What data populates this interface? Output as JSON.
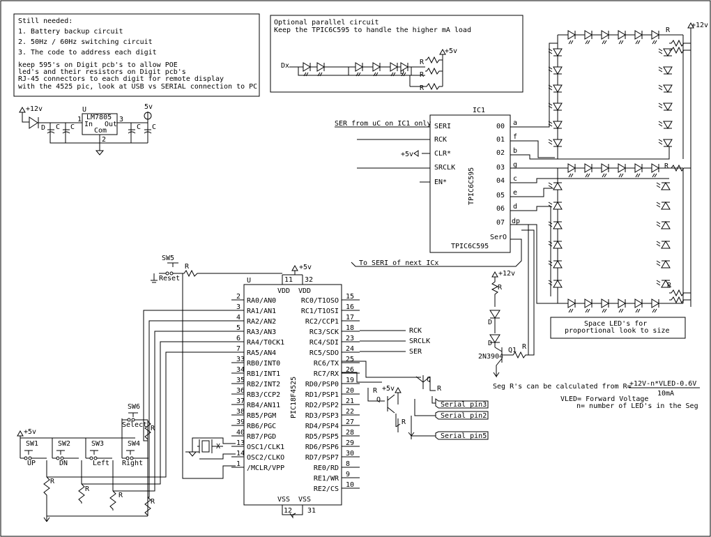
{
  "notes": {
    "heading": "Still needed:",
    "items": [
      "1. Battery backup circuit",
      "2. 50Hz / 60Hz switching circuit",
      "3. The code to address each digit"
    ],
    "remarks": [
      "keep 595's on Digit pcb's to allow POE",
      "led's and their resistors on Digit pcb's",
      "RJ-45 connectors to each digit for remote display",
      "with the 4525 pic, look at USB vs SERIAL connection to PC"
    ]
  },
  "optional": {
    "line1": "Optional parallel circuit",
    "line2": "Keep the TPIC6C595 to handle the higher mA load",
    "input": "Dx",
    "supply": "+5v",
    "r": "R",
    "d": "D"
  },
  "power": {
    "in": "+12v",
    "out": "5v",
    "ref": "U",
    "part": "LM7805",
    "pin_in": "In",
    "pin_out": "Out",
    "pin_com": "Com",
    "n1": "1",
    "n2": "2",
    "n3": "3",
    "c": "C",
    "d": "D"
  },
  "shift": {
    "ref": "IC1",
    "part": "TPIC6C595",
    "pins_left": [
      "SERI",
      "RCK",
      "CLR*",
      "SRCLK",
      "EN*"
    ],
    "pins_right": [
      "00",
      "01",
      "02",
      "03",
      "04",
      "05",
      "06",
      "07",
      "SerO"
    ],
    "seg": [
      "a",
      "f",
      "b",
      "g",
      "c",
      "e",
      "d",
      "dp"
    ],
    "ser_in": "SER from uC on IC1 only",
    "clr_in": "+5v",
    "ser_out": "To SERI of next ICx"
  },
  "mcu": {
    "ref": "U",
    "part": "PIC18F4525",
    "vdd": "VDD",
    "vss": "VSS",
    "pin11": "11",
    "pin32": "32",
    "pin12": "12",
    "pin31": "31",
    "supply": "+5v",
    "left_pins": [
      {
        "n": "2",
        "l": "RA0/AN0"
      },
      {
        "n": "3",
        "l": "RA1/AN1"
      },
      {
        "n": "4",
        "l": "RA2/AN2"
      },
      {
        "n": "5",
        "l": "RA3/AN3"
      },
      {
        "n": "6",
        "l": "RA4/T0CK1"
      },
      {
        "n": "7",
        "l": "RA5/AN4"
      },
      {
        "n": "33",
        "l": "RB0/INT0"
      },
      {
        "n": "34",
        "l": "RB1/INT1"
      },
      {
        "n": "35",
        "l": "RB2/INT2"
      },
      {
        "n": "36",
        "l": "RB3/CCP2"
      },
      {
        "n": "37",
        "l": "RB4/AN11"
      },
      {
        "n": "38",
        "l": "RB5/PGM"
      },
      {
        "n": "39",
        "l": "RB6/PGC"
      },
      {
        "n": "40",
        "l": "RB7/PGD"
      },
      {
        "n": "13",
        "l": "OSC1/CLK1"
      },
      {
        "n": "14",
        "l": "OSC2/CLKO"
      },
      {
        "n": "1",
        "l": "/MCLR/VPP"
      }
    ],
    "right_pins": [
      {
        "n": "15",
        "l": "RC0/T1OSO"
      },
      {
        "n": "16",
        "l": "RC1/T1OSI"
      },
      {
        "n": "17",
        "l": "RC2/CCP1"
      },
      {
        "n": "18",
        "l": "RC3/SCK"
      },
      {
        "n": "23",
        "l": "RC4/SDI"
      },
      {
        "n": "24",
        "l": "RC5/SDO"
      },
      {
        "n": "25",
        "l": "RC6/TX"
      },
      {
        "n": "26",
        "l": "RC7/RX"
      },
      {
        "n": "19",
        "l": "RD0/PSP0"
      },
      {
        "n": "20",
        "l": "RD1/PSP1"
      },
      {
        "n": "21",
        "l": "RD2/PSP2"
      },
      {
        "n": "22",
        "l": "RD3/PSP3"
      },
      {
        "n": "27",
        "l": "RD4/PSP4"
      },
      {
        "n": "28",
        "l": "RD5/PSP5"
      },
      {
        "n": "29",
        "l": "RD6/PSP6"
      },
      {
        "n": "30",
        "l": "RD7/PSP7"
      },
      {
        "n": "8",
        "l": "RE0/RD"
      },
      {
        "n": "9",
        "l": "RE1/WR"
      },
      {
        "n": "10",
        "l": "RE2/CS"
      }
    ],
    "net_rck": "RCK",
    "net_srclk": "SRCLK",
    "net_ser": "SER"
  },
  "switches": {
    "reset_ref": "SW5",
    "reset": "Reset",
    "select_ref": "SW6",
    "select": "Select",
    "buttons": [
      {
        "ref": "SW1",
        "label": "UP"
      },
      {
        "ref": "SW2",
        "label": "DN"
      },
      {
        "ref": "SW3",
        "label": "Left"
      },
      {
        "ref": "SW4",
        "label": "Right"
      }
    ],
    "supply": "+5v",
    "r": "R",
    "xtal": "X"
  },
  "serial": {
    "pins": [
      "Serial pin3",
      "Serial pin2",
      "Serial pin5"
    ],
    "supply": "+5v",
    "r": "R",
    "q": "Q"
  },
  "driver": {
    "supply": "+12v",
    "part": "2N3904",
    "q": "Q1",
    "r": "R",
    "d": "D"
  },
  "display": {
    "supply": "+12v",
    "r": "R",
    "note1": "Space LED's for",
    "note2": "proportional look to size"
  },
  "formula": {
    "lead": "Seg R's can be calculated from R=",
    "numerator": "+12V-n*VLED-0.6V",
    "denominator": "10mA",
    "vled": "VLED= Forward Voltage",
    "n": "n= number of LED's in the Seg"
  }
}
